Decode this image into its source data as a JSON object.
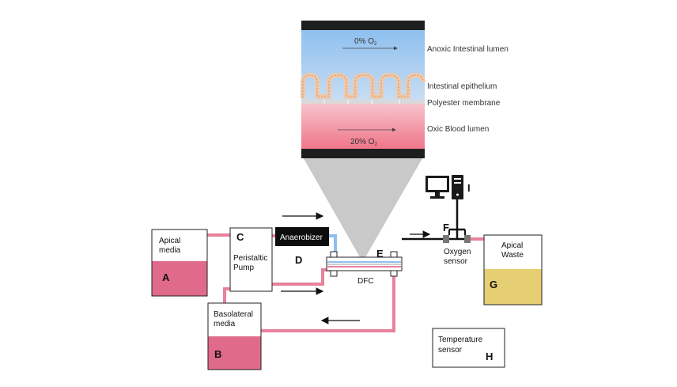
{
  "zoom_panel": {
    "top_flow_text": "0% O",
    "top_flow_sub": "2",
    "bottom_flow_text": "20% O",
    "bottom_flow_sub": "2",
    "labels": {
      "lumen": "Anoxic Intestinal lumen",
      "epithelium": "Intestinal epithelium",
      "membrane": "Polyester membrane",
      "blood": "Oxic Blood lumen"
    }
  },
  "components": {
    "apical_media": {
      "line1": "Apical",
      "line2": "media",
      "letter": "A"
    },
    "basolateral_media": {
      "line1": "Basolateral",
      "line2": "media",
      "letter": "B"
    },
    "pump": {
      "line1": "Peristaltic",
      "line2": "Pump",
      "letter": "C"
    },
    "anaerobizer": {
      "label": "Anaerobizer",
      "letter": "D"
    },
    "dfc": {
      "label": "DFC",
      "letter": "E"
    },
    "oxygen_sensor": {
      "line1": "Oxygen",
      "line2": "sensor",
      "letter": "F"
    },
    "apical_waste": {
      "line1": "Apical",
      "line2": "Waste",
      "letter": "G"
    },
    "temperature_sensor": {
      "line1": "Temperature",
      "line2": "sensor",
      "letter": "H"
    },
    "computer": {
      "letter": "I"
    }
  },
  "colors": {
    "tube_pink": "#e8819b",
    "media_pink": "#e06a8a",
    "waste_yellow": "#e6cf72",
    "lumen_blue": "#8ec0ef",
    "blood_pink": "#f07a8c",
    "epithelium": "#f0c9a8",
    "membrane": "#cfcfcf",
    "cone_gray": "#c9c9c9"
  }
}
